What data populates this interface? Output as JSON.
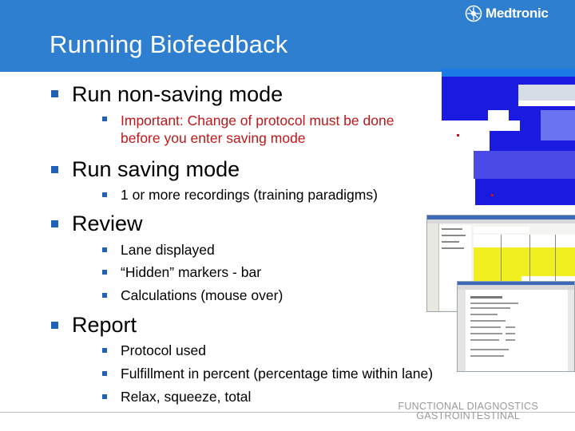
{
  "header": {
    "title": "Running Biofeedback",
    "logo_text": "Medtronic",
    "logo_icon": "medtronic-logo-icon"
  },
  "bullets": [
    {
      "text": "Run non-saving mode",
      "children": [
        {
          "text": "Important: Change of protocol must be done\nbefore you enter saving mode",
          "color": "#c0171a"
        }
      ]
    },
    {
      "text": "Run saving mode",
      "children": [
        {
          "text": "1 or more recordings (training paradigms)"
        }
      ]
    },
    {
      "text": "Review",
      "children": [
        {
          "text": "Lane displayed"
        },
        {
          "text": "“Hidden” markers - bar"
        },
        {
          "text": "Calculations (mouse over)"
        }
      ]
    },
    {
      "text": "Report",
      "children": [
        {
          "text": "Protocol used"
        },
        {
          "text": "Fulfillment in percent (percentage time within lane)"
        },
        {
          "text": "Relax, squeeze, total"
        }
      ]
    }
  ],
  "footer": {
    "line1": "FUNCTIONAL DIAGNOSTICS",
    "line2": "GASTROINTESTINAL"
  },
  "colors": {
    "header": "#2f7fd0",
    "bullet": "#1f62b8",
    "emphasis": "#c0171a",
    "lane_blue": "#1a1ae0",
    "lane_yellow": "#f0f000"
  }
}
